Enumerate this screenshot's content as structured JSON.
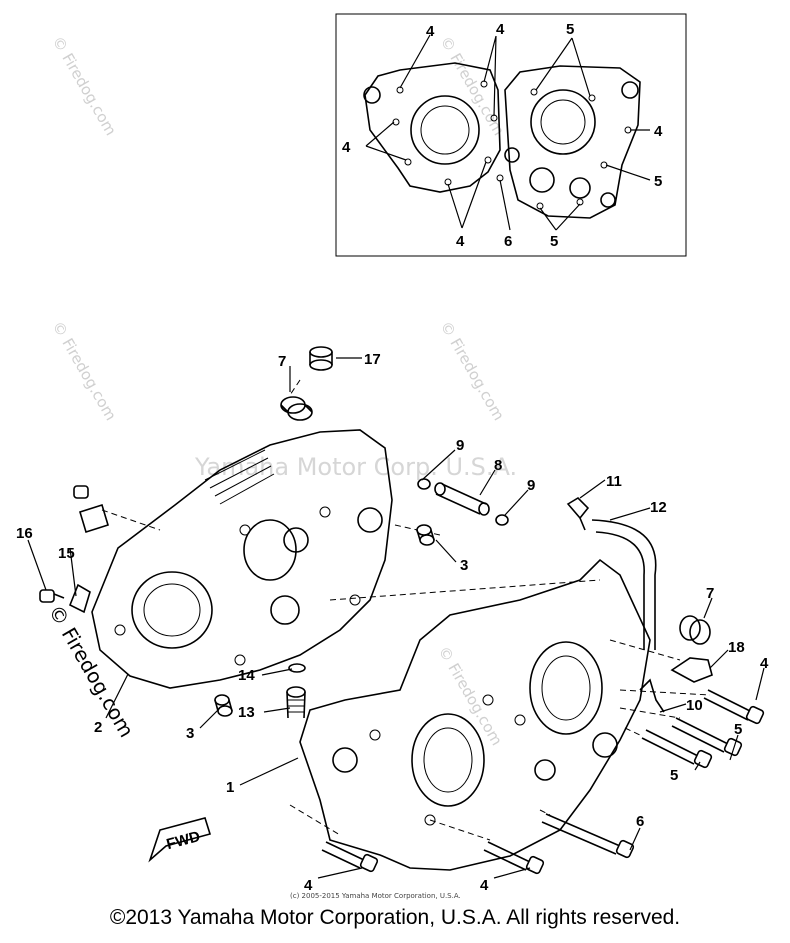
{
  "watermarks": {
    "firedog_1": "© Firedog.com",
    "firedog_2": "© Firedog.com",
    "firedog_3": "© Firedog.com",
    "firedog_4": "© Firedog.com",
    "firedog_5": "© Firedog.com",
    "firedog_6": "© Firedog.com",
    "yamaha": "Yamaha Motor Corp. U.S.A."
  },
  "inset_labels": {
    "l4_a": "4",
    "l4_b": "4",
    "l4_c": "4",
    "l4_d": "4",
    "l4_e": "4",
    "l5_a": "5",
    "l5_b": "5",
    "l5_c": "5",
    "l6": "6"
  },
  "part_labels": {
    "p1": "1",
    "p2": "2",
    "p3_a": "3",
    "p3_b": "3",
    "p4_a": "4",
    "p4_b": "4",
    "p4_c": "4",
    "p5_a": "5",
    "p5_b": "5",
    "p6": "6",
    "p7_a": "7",
    "p7_b": "7",
    "p8": "8",
    "p9_a": "9",
    "p9_b": "9",
    "p10": "10",
    "p11": "11",
    "p12": "12",
    "p13": "13",
    "p14": "14",
    "p15": "15",
    "p16": "16",
    "p17": "17",
    "p18": "18"
  },
  "fwd_label": "FWD",
  "source_line": "(c) 2005-2015 Yamaha Motor Corporation, U.S.A.",
  "copyright": "©2013 Yamaha Motor Corporation, U.S.A. All rights reserved."
}
